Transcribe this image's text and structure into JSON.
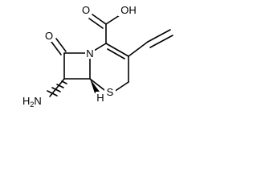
{
  "molecule": {
    "atoms": {
      "carbonyl_o": "O",
      "ring_n": "N",
      "acid_oh": "OH",
      "acid_o": "O",
      "amine": "H2N",
      "sulfur": "S",
      "stereo_h": "H"
    },
    "colors": {
      "bond": "#000000",
      "background": "#ffffff"
    }
  }
}
